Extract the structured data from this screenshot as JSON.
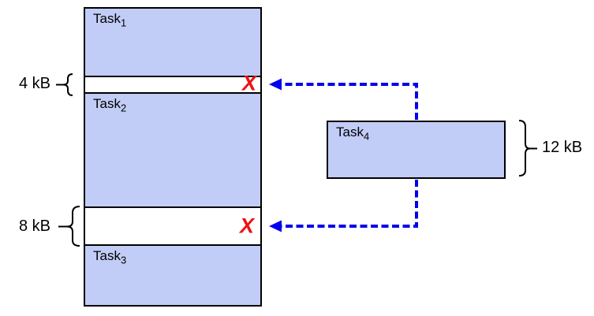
{
  "memory": {
    "blocks": [
      {
        "base": "Task",
        "sub": "1"
      },
      {
        "base": "Task",
        "sub": "2"
      },
      {
        "base": "Task",
        "sub": "3"
      }
    ]
  },
  "gaps": [
    {
      "size": "4 kB"
    },
    {
      "size": "8 kB"
    }
  ],
  "incoming": {
    "base": "Task",
    "sub": "4",
    "size": "12 kB"
  },
  "marks": {
    "reject": "X"
  },
  "colors": {
    "background": "#ffffff",
    "block_fill": "#c2cdf7",
    "outline": "#000000",
    "arrow": "#0000ee",
    "reject": "#ee1111"
  }
}
